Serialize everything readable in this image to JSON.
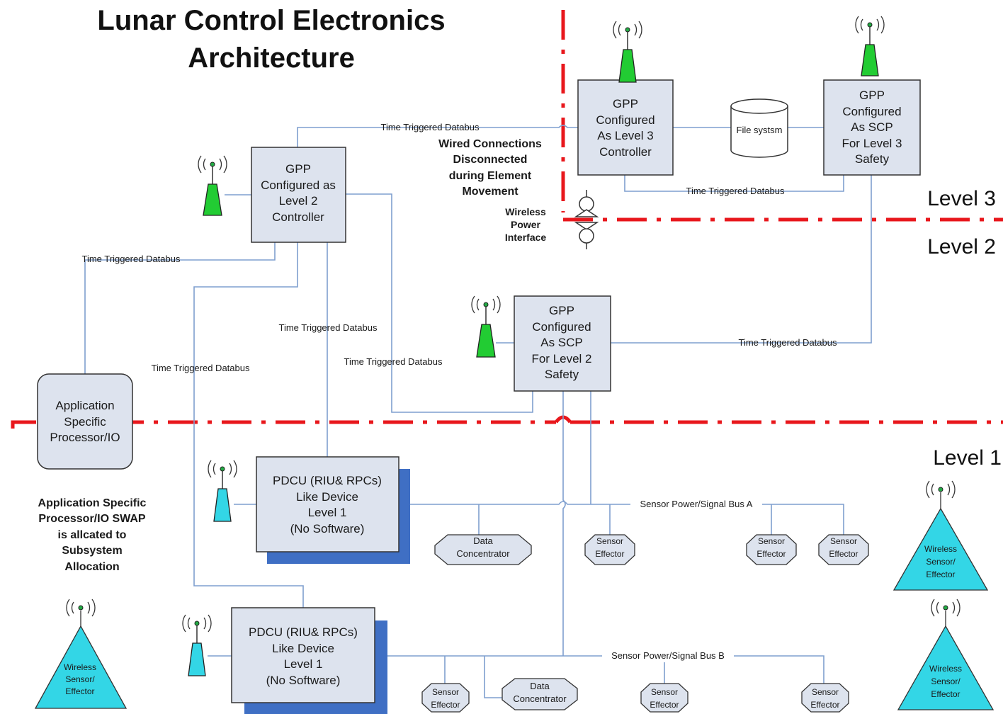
{
  "title": {
    "line1": "Lunar Control Electronics",
    "line2": "Architecture"
  },
  "levels": {
    "level3": "Level 3",
    "level2": "Level 2",
    "level1": "Level 1"
  },
  "wired_note": [
    "Wired Connections",
    "Disconnected",
    "during Element",
    "Movement"
  ],
  "wireless_power": [
    "Wireless",
    "Power",
    "Interface"
  ],
  "gpp_l3_ctrl": [
    "GPP",
    "Configured",
    "As Level 3",
    "Controller"
  ],
  "gpp_l3_scp": [
    "GPP",
    "Configured",
    "As SCP",
    "For Level 3",
    "Safety"
  ],
  "file_system": "File systsm",
  "gpp_l2_ctrl": [
    "GPP",
    "Configured as",
    "Level 2",
    "Controller"
  ],
  "gpp_l2_scp": [
    "GPP",
    "Configured",
    "As SCP",
    "For Level 2",
    "Safety"
  ],
  "app_proc": [
    "Application",
    "Specific",
    "Processor/IO"
  ],
  "swap_note": [
    "Application Specific",
    "Processor/IO SWAP",
    "is allcated to",
    "Subsystem",
    "Allocation"
  ],
  "pdcu": [
    "PDCU (RIU& RPCs)",
    "Like Device",
    "Level 1",
    "(No Software)"
  ],
  "bus_labels": {
    "ttd": "Time Triggered Databus",
    "bus_a": "Sensor Power/Signal Bus A",
    "bus_b": "Sensor Power/Signal Bus B"
  },
  "data_concentrator": [
    "Data",
    "Concentrator"
  ],
  "sensor_effector": [
    "Sensor",
    "Effector"
  ],
  "wireless_sensor": [
    "Wireless",
    "Sensor/",
    "Effector"
  ],
  "colors": {
    "green_antenna": "#22cc33",
    "cyan_antenna": "#33d6e6",
    "red_boundary": "#e8171c",
    "bus_line": "#7f9fcf",
    "box_fill": "#dde3ee",
    "pdcu_shadow": "#3f6fc4"
  }
}
